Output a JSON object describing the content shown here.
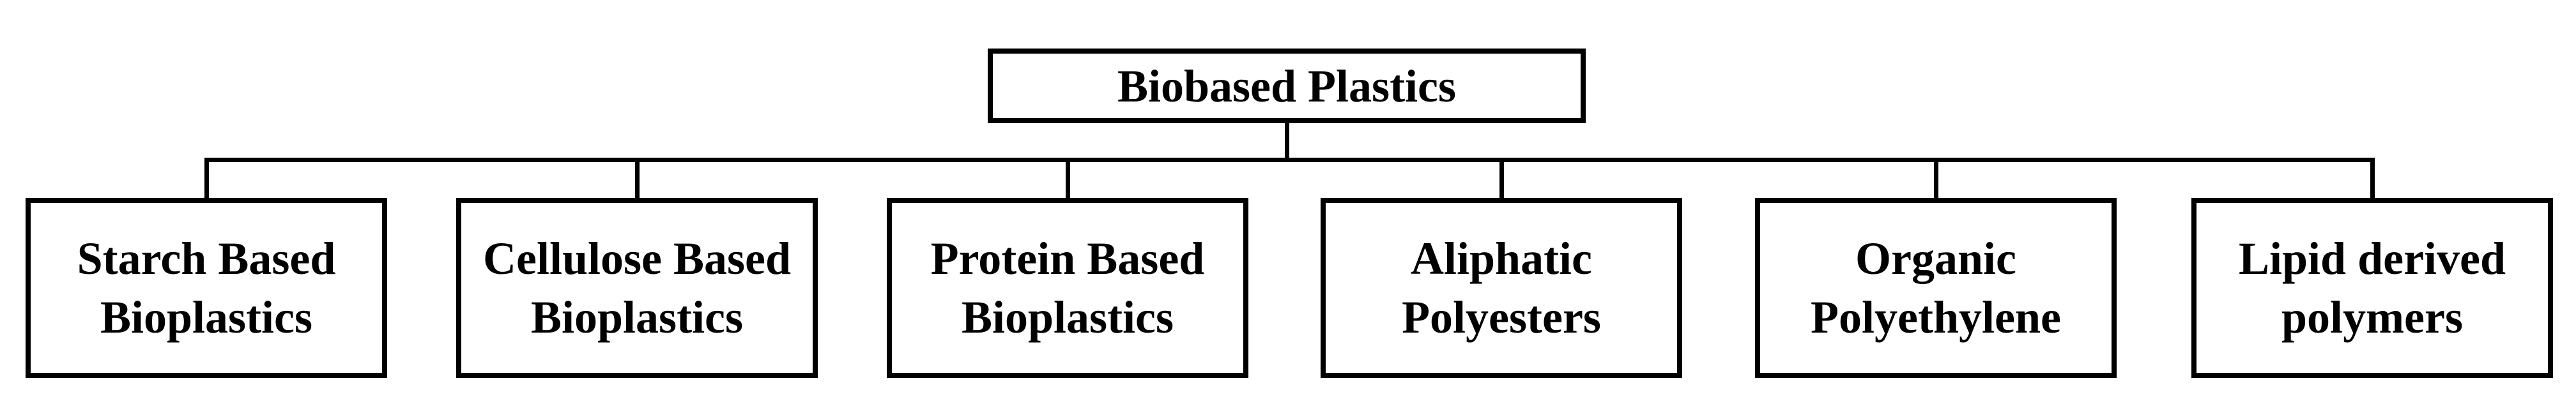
{
  "chart": {
    "type": "hierarchy-diagram",
    "root": {
      "label": "Biobased Plastics"
    },
    "children": [
      {
        "label": "Starch Based Bioplastics"
      },
      {
        "label": "Cellulose Based Bioplastics"
      },
      {
        "label": "Protein Based Bioplastics"
      },
      {
        "label": "Aliphatic Polyesters"
      },
      {
        "label": "Organic Polyethylene"
      },
      {
        "label": "Lipid derived polymers"
      }
    ]
  },
  "colors": {
    "background": "#ffffff",
    "line": "#000000",
    "text": "#000000"
  }
}
